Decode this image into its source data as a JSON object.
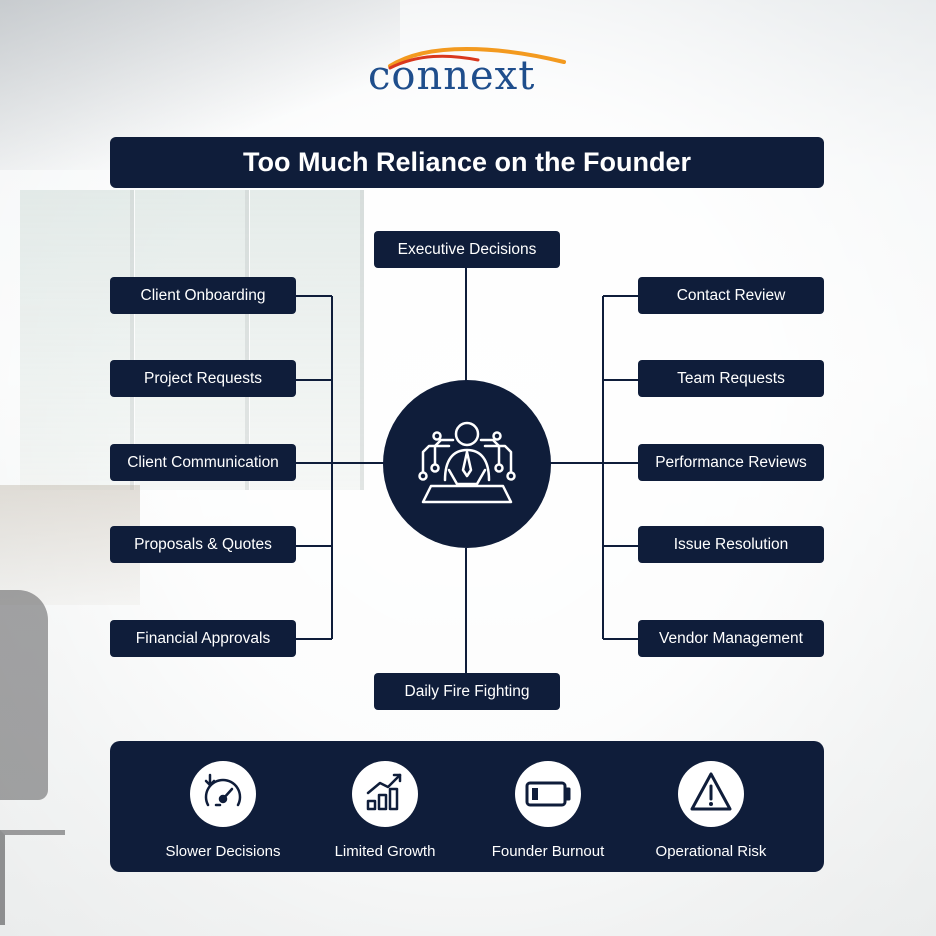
{
  "brand": {
    "name": "connext",
    "colors": {
      "navy": "#0f1d3a",
      "logo_blue": "#1f4e8c",
      "logo_orange": "#f39a1f",
      "logo_red": "#d9381e"
    }
  },
  "title": "Too Much Reliance on the Founder",
  "hub": {
    "icon": "founder-at-desk-icon"
  },
  "nodes": {
    "top": "Executive Decisions",
    "bottom": "Daily Fire Fighting",
    "left": [
      "Client Onboarding",
      "Project Requests",
      "Client Communication",
      "Proposals & Quotes",
      "Financial Approvals"
    ],
    "right": [
      "Contact Review",
      "Team Requests",
      "Performance Reviews",
      "Issue Resolution",
      "Vendor Management"
    ]
  },
  "impacts": [
    {
      "label": "Slower Decisions",
      "icon": "speedometer-icon"
    },
    {
      "label": "Limited Growth",
      "icon": "bar-growth-icon"
    },
    {
      "label": "Founder Burnout",
      "icon": "low-battery-icon"
    },
    {
      "label": "Operational Risk",
      "icon": "warning-icon"
    }
  ]
}
